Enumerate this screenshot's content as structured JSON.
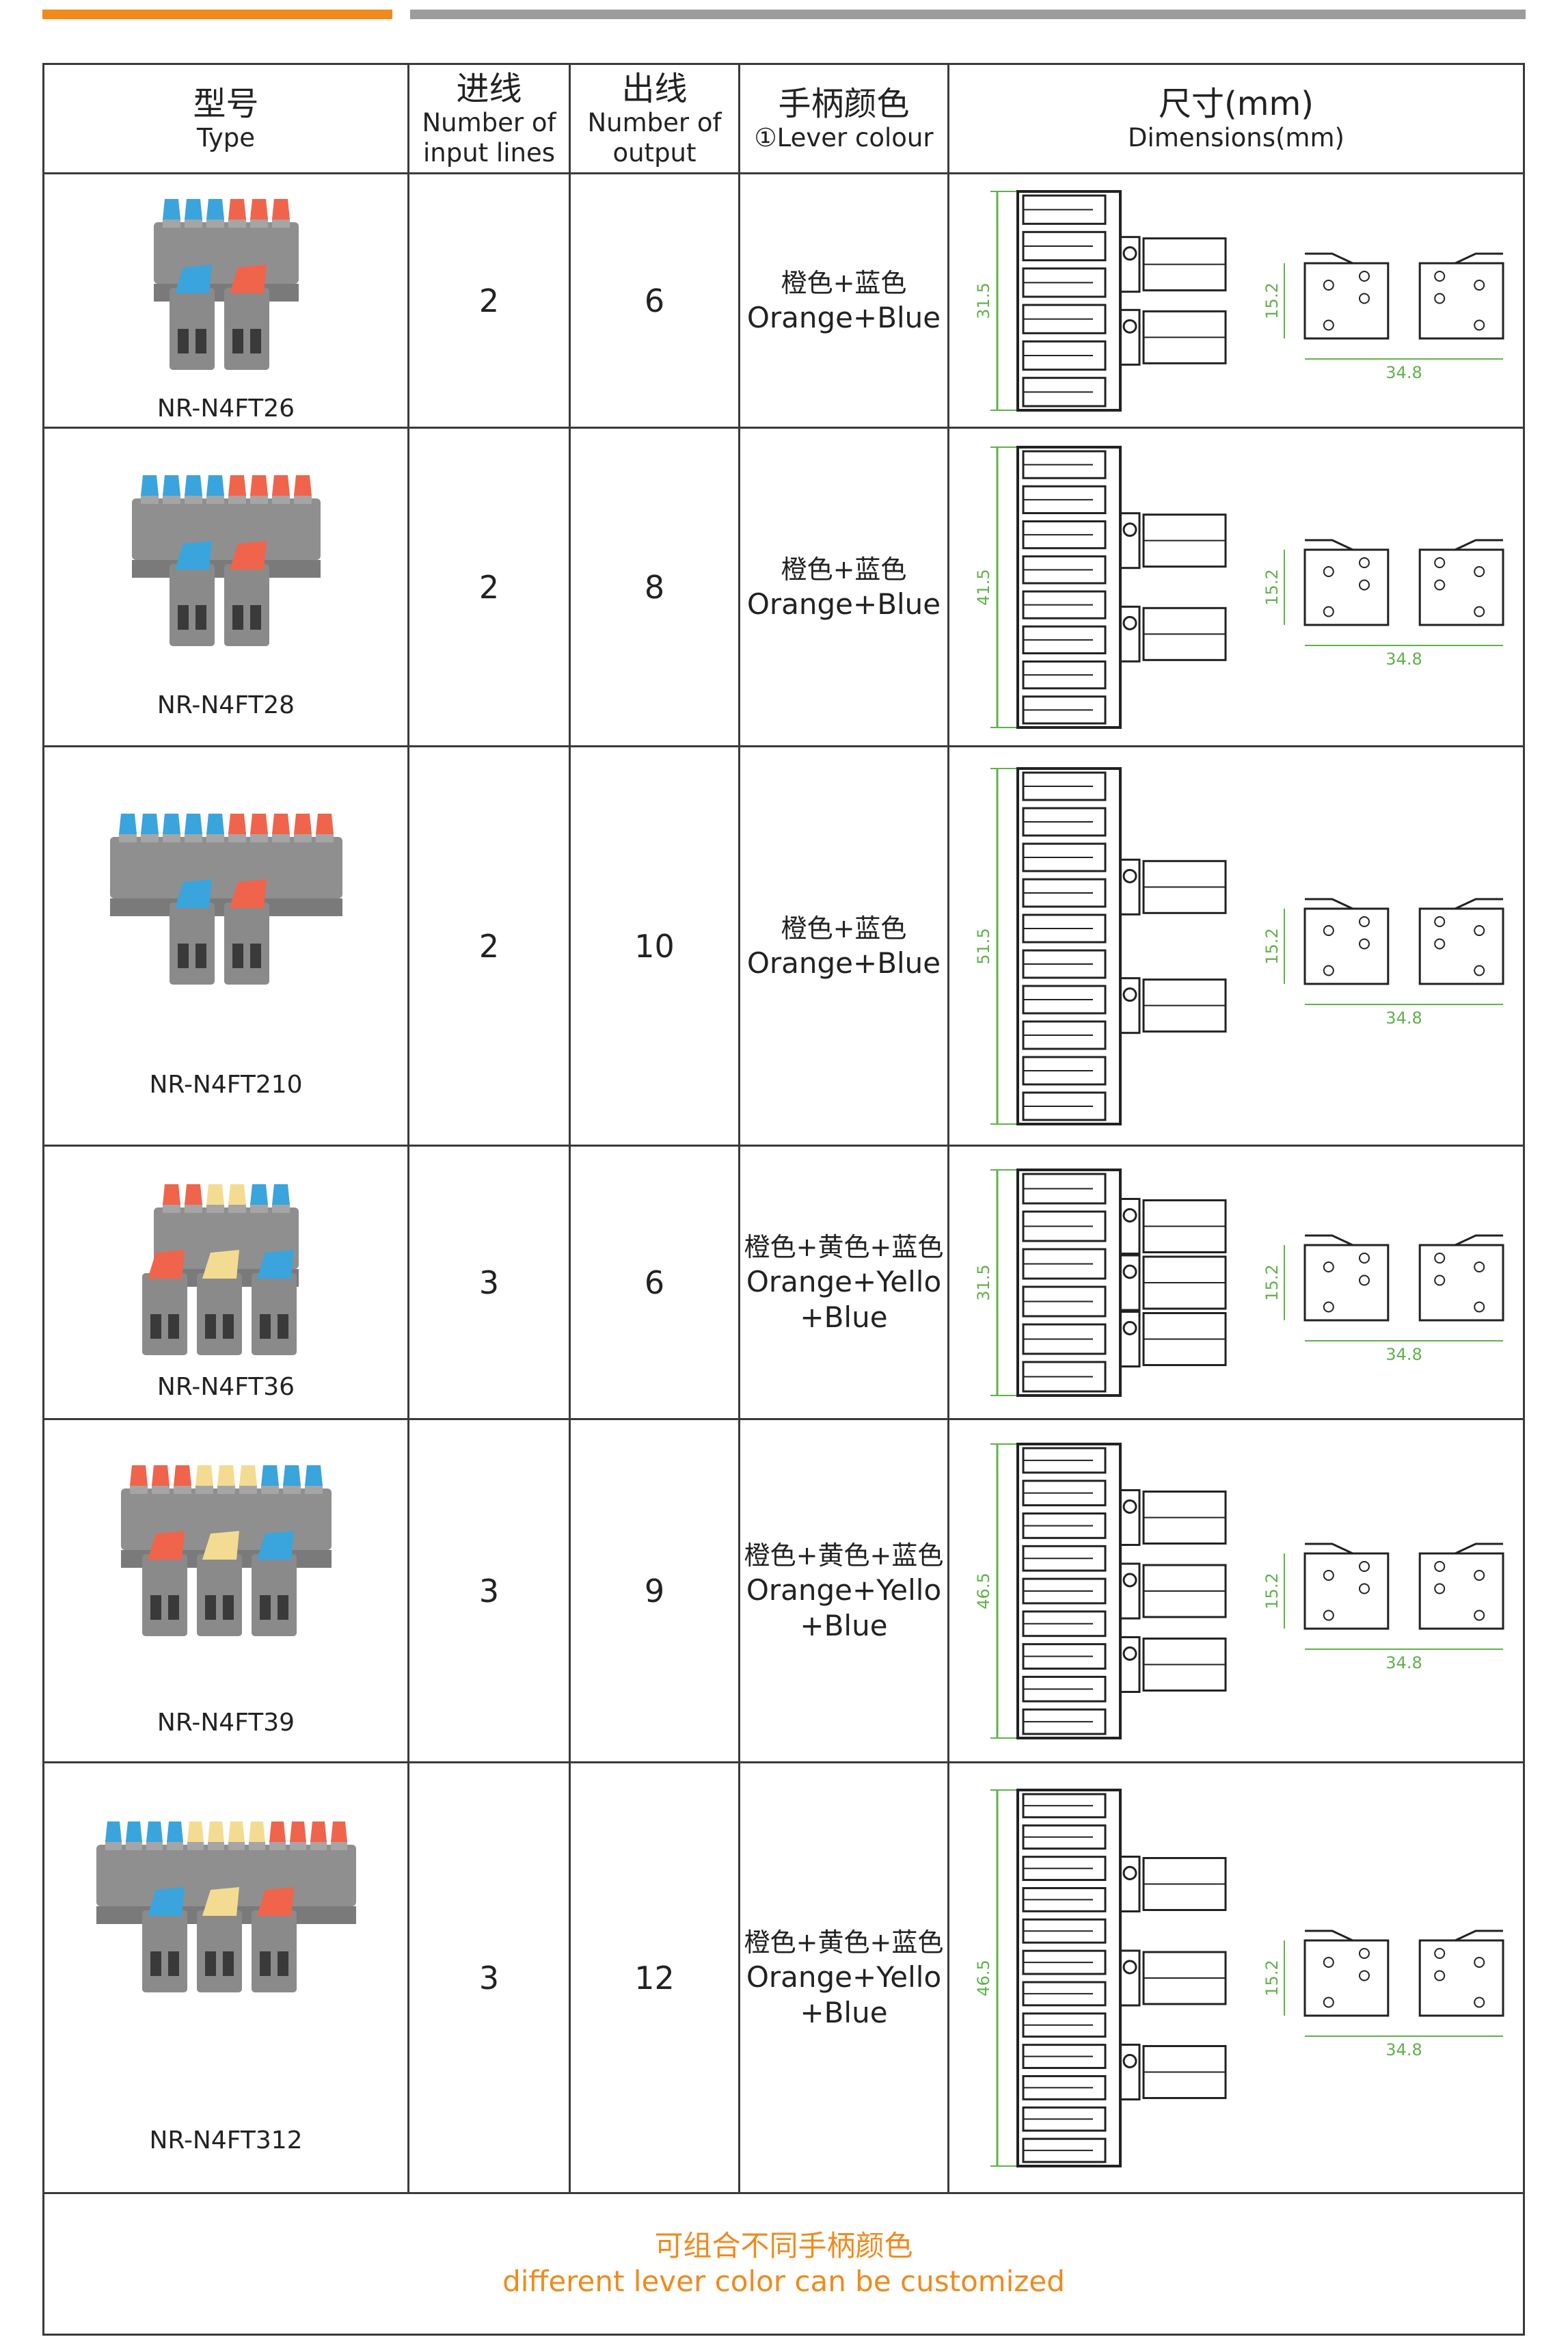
{
  "header": {
    "type_cn": "型号",
    "type_en": "Type",
    "input_cn": "进线",
    "input_en1": "Number of",
    "input_en2": "input lines",
    "output_cn": "出线",
    "output_en1": "Number of",
    "output_en2": "output",
    "colour_cn": "手柄颜色",
    "colour_en": "①Lever colour",
    "dim_cn": "尺寸(mm)",
    "dim_en": "Dimensions(mm)"
  },
  "rows": [
    {
      "model": "NR-N4FT26",
      "inputs": "2",
      "outputs": "6",
      "colour_cn": "橙色+蓝色",
      "colour_en1": "Orange+Blue",
      "colour_en2": "",
      "height_label": "31.5",
      "side_label": "15.2",
      "width_label": "34.8",
      "levers": [
        "blue",
        "blue",
        "blue",
        "red",
        "red",
        "red"
      ],
      "inlevers": [
        "blue",
        "red"
      ]
    },
    {
      "model": "NR-N4FT28",
      "inputs": "2",
      "outputs": "8",
      "colour_cn": "橙色+蓝色",
      "colour_en1": "Orange+Blue",
      "colour_en2": "",
      "height_label": "41.5",
      "side_label": "15.2",
      "width_label": "34.8",
      "levers": [
        "blue",
        "blue",
        "blue",
        "blue",
        "red",
        "red",
        "red",
        "red"
      ],
      "inlevers": [
        "blue",
        "red"
      ]
    },
    {
      "model": "NR-N4FT210",
      "inputs": "2",
      "outputs": "10",
      "colour_cn": "橙色+蓝色",
      "colour_en1": "Orange+Blue",
      "colour_en2": "",
      "height_label": "51.5",
      "side_label": "15.2",
      "width_label": "34.8",
      "levers": [
        "blue",
        "blue",
        "blue",
        "blue",
        "blue",
        "red",
        "red",
        "red",
        "red",
        "red"
      ],
      "inlevers": [
        "blue",
        "red"
      ]
    },
    {
      "model": "NR-N4FT36",
      "inputs": "3",
      "outputs": "6",
      "colour_cn": "橙色+黄色+蓝色",
      "colour_en1": "Orange+Yello",
      "colour_en2": "+Blue",
      "height_label": "31.5",
      "side_label": "15.2",
      "width_label": "34.8",
      "levers": [
        "red",
        "red",
        "yellow",
        "yellow",
        "blue",
        "blue"
      ],
      "inlevers": [
        "red",
        "yellow",
        "blue"
      ]
    },
    {
      "model": "NR-N4FT39",
      "inputs": "3",
      "outputs": "9",
      "colour_cn": "橙色+黄色+蓝色",
      "colour_en1": "Orange+Yello",
      "colour_en2": "+Blue",
      "height_label": "46.5",
      "side_label": "15.2",
      "width_label": "34.8",
      "levers": [
        "red",
        "red",
        "red",
        "yellow",
        "yellow",
        "yellow",
        "blue",
        "blue",
        "blue"
      ],
      "inlevers": [
        "red",
        "yellow",
        "blue"
      ]
    },
    {
      "model": "NR-N4FT312",
      "inputs": "3",
      "outputs": "12",
      "colour_cn": "橙色+黄色+蓝色",
      "colour_en1": "Orange+Yello",
      "colour_en2": "+Blue",
      "height_label": "46.5",
      "side_label": "15.2",
      "width_label": "34.8",
      "levers": [
        "blue",
        "blue",
        "blue",
        "blue",
        "yellow",
        "yellow",
        "yellow",
        "yellow",
        "red",
        "red",
        "red",
        "red"
      ],
      "inlevers": [
        "blue",
        "yellow",
        "red"
      ]
    }
  ],
  "footer": {
    "cn": "可组合不同手柄颜色",
    "en": "different lever color can be customized"
  },
  "colors": {
    "accent_orange": "#f08a1c",
    "bar_grey": "#9c9c9c",
    "lever_blue": "#3aa4dd",
    "lever_red": "#f0644c",
    "lever_yellow": "#f3dc92",
    "body_grey": "#8f8f8f",
    "dim_green": "#5fb24a"
  }
}
